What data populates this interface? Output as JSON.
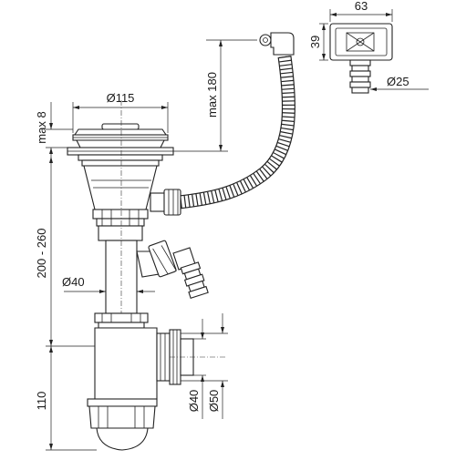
{
  "diagram": {
    "dimensions": {
      "overflow_width": "63",
      "overflow_height": "39",
      "overflow_outlet": "Ø25",
      "strainer_diameter": "Ø115",
      "hose_height": "max 180",
      "flange_height": "max 8",
      "trap_height": "200 - 260",
      "pipe_diameter": "Ø40",
      "bottle_height": "110",
      "outlet_small": "Ø40",
      "outlet_large": "Ø50"
    },
    "colors": {
      "line": "#222222",
      "background": "#ffffff"
    }
  }
}
